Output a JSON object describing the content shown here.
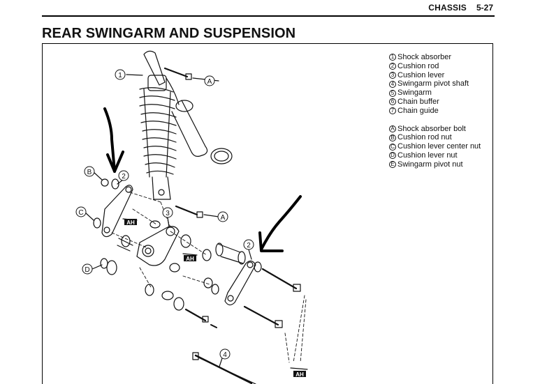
{
  "header": {
    "section": "CHASSIS",
    "page": "5-27"
  },
  "title": "REAR SWINGARM AND SUSPENSION",
  "legend": {
    "parts": [
      {
        "mark": "1",
        "label": "Shock absorber"
      },
      {
        "mark": "2",
        "label": "Cushion rod"
      },
      {
        "mark": "3",
        "label": "Cushion lever"
      },
      {
        "mark": "4",
        "label": "Swingarm pivot shaft"
      },
      {
        "mark": "5",
        "label": "Swingarm"
      },
      {
        "mark": "6",
        "label": "Chain buffer"
      },
      {
        "mark": "7",
        "label": "Chain guide"
      }
    ],
    "fasteners": [
      {
        "mark": "A",
        "label": "Shock absorber bolt"
      },
      {
        "mark": "B",
        "label": "Cushion rod nut"
      },
      {
        "mark": "C",
        "label": "Cushion lever center nut"
      },
      {
        "mark": "D",
        "label": "Cushion lever nut"
      },
      {
        "mark": "E",
        "label": "Swingarm pivot nut"
      }
    ]
  },
  "callouts": {
    "c1": "1",
    "c2a": "2",
    "c2b": "2",
    "c3": "3",
    "c4": "4",
    "cA1": "A",
    "cA2": "A",
    "cB": "B",
    "cC": "C",
    "cD": "D"
  },
  "grease_mark": "AH"
}
